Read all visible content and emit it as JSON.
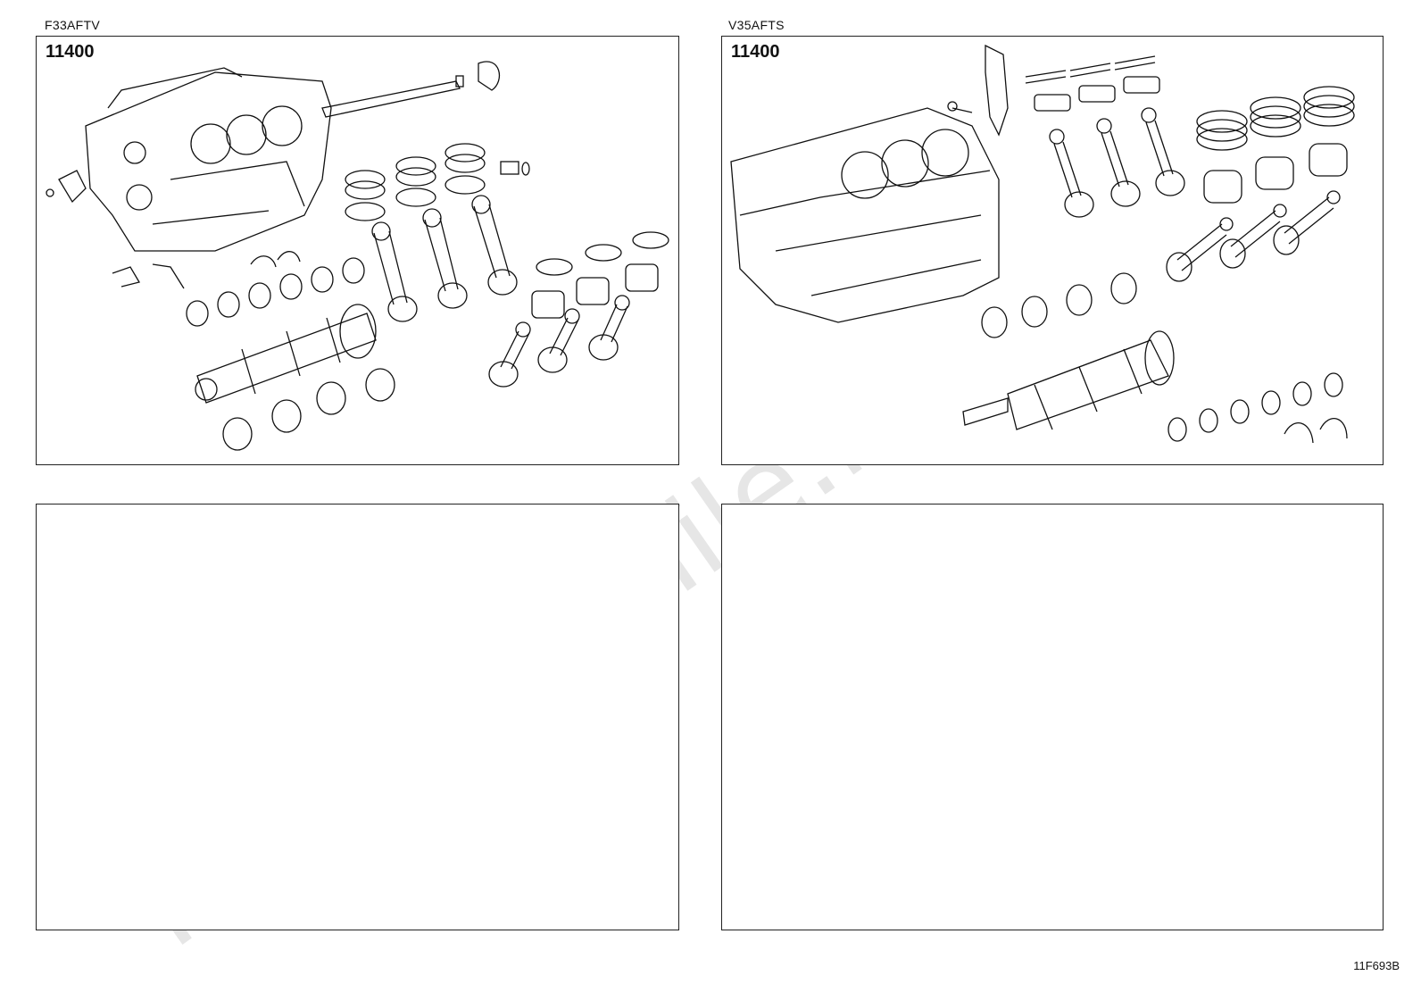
{
  "panels": [
    {
      "variant": "F33AFTV",
      "code": "11400"
    },
    {
      "variant": "V35AFTS",
      "code": "11400"
    },
    {
      "variant": "",
      "code": ""
    },
    {
      "variant": "",
      "code": ""
    }
  ],
  "watermark": "ToyotaCarMile.ru",
  "page_code": "11F693B"
}
